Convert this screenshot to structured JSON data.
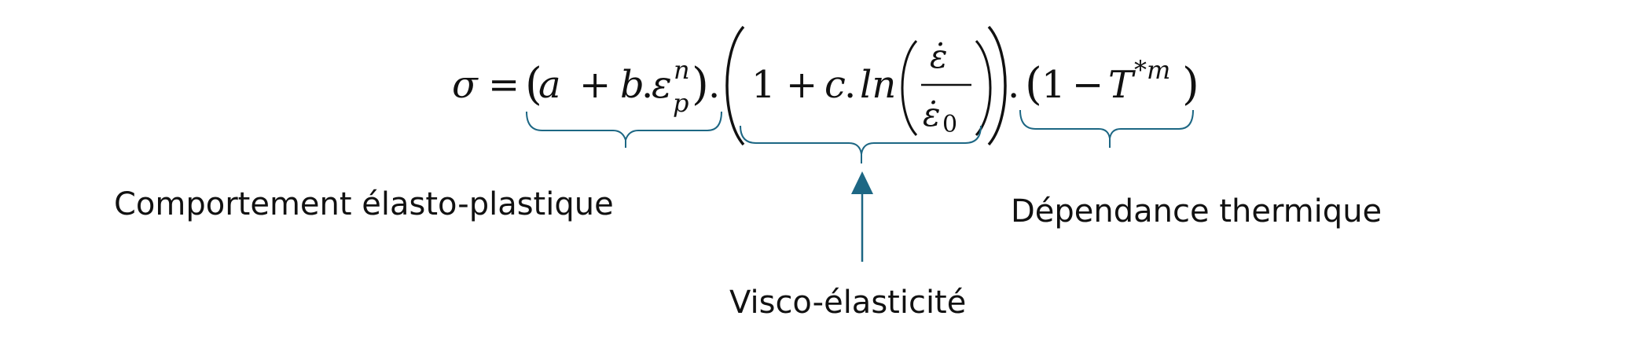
{
  "equation": {
    "sigma": "σ",
    "equals": "=",
    "lparen_a": "(",
    "a": "a",
    "plus_1": "+",
    "b": "b",
    "dot_1": ".",
    "epsilon_p": "ε",
    "sup_n": "n",
    "sub_p": "p",
    "rparen_a": ")",
    "dot_2": ".",
    "one_1": "1",
    "plus_2": "+",
    "c": "c",
    "dot_3": ".",
    "ln": "ln",
    "frac_num": "ε̇",
    "frac_den": "ε̇",
    "sub_0": "0",
    "dot_4": ".",
    "lparen_c": "(",
    "one_2": "1",
    "minus": "−",
    "T": "T",
    "sup_star_m": "*m",
    "rparen_c": ")"
  },
  "labels": {
    "elasto_plastic": "Comportement élasto-plastique",
    "visco": "Visco-élasticité",
    "thermal": "Dépendance thermique"
  },
  "colors": {
    "accent": "#1d6784",
    "text": "#111111"
  }
}
